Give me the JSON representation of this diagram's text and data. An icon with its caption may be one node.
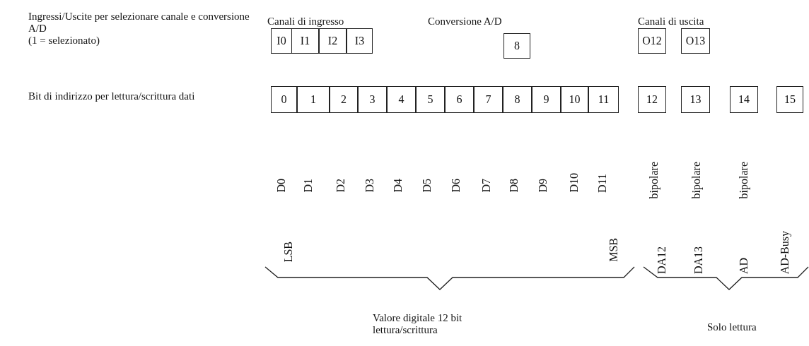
{
  "diagram": {
    "nodes": [
      {
        "text": [
          "I0"
        ]
      },
      {
        "text": [
          "I1"
        ]
      },
      {
        "text": [
          "I2"
        ]
      },
      {
        "text": [
          "I3"
        ]
      },
      {
        "text": [
          "8"
        ]
      },
      {
        "text": [
          "O12"
        ]
      },
      {
        "text": [
          "O13"
        ]
      },
      {
        "text": [
          "0"
        ]
      },
      {
        "text": [
          "1"
        ]
      },
      {
        "text": [
          "2"
        ]
      },
      {
        "text": [
          "3"
        ]
      },
      {
        "text": [
          "4"
        ]
      },
      {
        "text": [
          "5"
        ]
      },
      {
        "text": [
          "6"
        ]
      },
      {
        "text": [
          "7"
        ]
      },
      {
        "text": [
          "8"
        ]
      },
      {
        "text": [
          "9"
        ]
      },
      {
        "text": [
          "10"
        ]
      },
      {
        "text": [
          "11"
        ]
      },
      {
        "text": [
          "12"
        ]
      },
      {
        "text": [
          "13"
        ]
      },
      {
        "text": [
          "14"
        ]
      },
      {
        "text": [
          "15"
        ]
      }
    ],
    "labels": [
      "Ingressi/Uscite per selezionare canale e conversione A/D",
      "(1 = selezionato)",
      "Canali di ingresso",
      "Conversione A/D",
      "Canali di uscita",
      "Bit  di indirizzo per lettura/scrittura dati",
      "D0",
      "D1",
      "D2",
      "D3",
      "D4",
      "D5",
      "D6",
      "D7",
      "D8",
      "D9",
      "D10",
      "D11",
      "bipolare",
      "bipolare",
      "bipolare",
      "LSB",
      "MSB",
      "DA12",
      "DA13",
      "AD",
      "AD-Busy",
      "Valore digitale 12 bit lettura/scrittura",
      "Solo lettura"
    ]
  }
}
